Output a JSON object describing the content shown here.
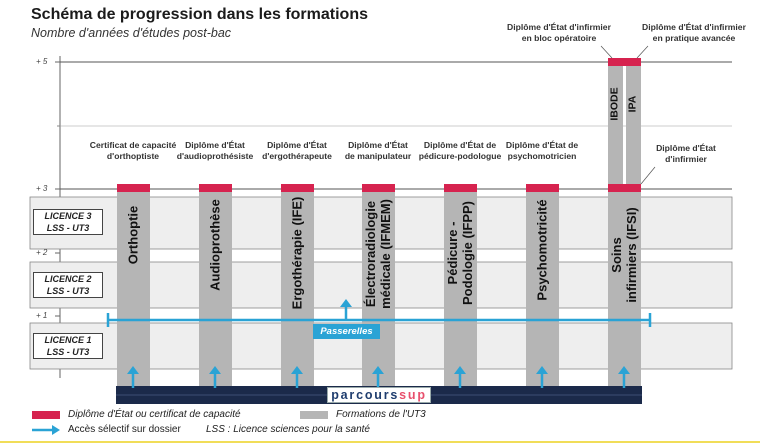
{
  "title": "Schéma de progression dans les formations",
  "subtitle": "Nombre d'années d'études post-bac",
  "axis_ticks": [
    "+ 5",
    "+ 3",
    "+ 2",
    "+ 1"
  ],
  "licences": [
    {
      "line1": "LICENCE 3",
      "line2": "LSS - UT3"
    },
    {
      "line1": "LICENCE 2",
      "line2": "LSS - UT3"
    },
    {
      "line1": "LICENCE 1",
      "line2": "LSS - UT3"
    }
  ],
  "formations": [
    {
      "label": "Orthoptie",
      "diploma": [
        "Certificat de capacité",
        "d'orthoptiste"
      ]
    },
    {
      "label": "Audioprothèse",
      "diploma": [
        "Diplôme d'État",
        "d'audioprothésiste"
      ]
    },
    {
      "label": "Ergothérapie (IFE)",
      "diploma": [
        "Diplôme d'État",
        "d'ergothérapeute"
      ]
    },
    {
      "label": "Électroradiologie médicale (IFMEM)",
      "lines": [
        "Électroradiologie",
        "médicale (IFMEM)"
      ],
      "diploma": [
        "Diplôme d'État",
        "de manipulateur"
      ]
    },
    {
      "label": "Pédicure - Podologie (IFPP)",
      "lines": [
        "Pédicure -",
        "Podologie (IFPP)"
      ],
      "diploma": [
        "Diplôme d'État de",
        "pédicure-podologue"
      ]
    },
    {
      "label": "Psychomotricité",
      "diploma": [
        "Diplôme d'État de",
        "psychomotricien"
      ]
    },
    {
      "label": "Soins infirmiers (IFSI)",
      "lines": [
        "Soins",
        "infirmiers (IFSI)"
      ],
      "diploma": [
        "Diplôme d'État",
        "d'infirmier"
      ]
    }
  ],
  "specialisations": [
    {
      "label": "IBODE",
      "diploma": [
        "Diplôme d'État d'infirmier",
        "en bloc opératoire"
      ]
    },
    {
      "label": "IPA",
      "diploma": [
        "Diplôme d'État d'infirmier",
        "en pratique avancée"
      ]
    }
  ],
  "passerelles": "Passerelles",
  "parcoursup": {
    "part1": "parcours",
    "part2": "sup"
  },
  "legend": {
    "diplome": "Diplôme d'État ou certificat de capacité",
    "formations": "Formations de l'UT3",
    "acces": "Accès sélectif sur dossier",
    "lss": "LSS : Licence sciences pour la santé"
  },
  "colors": {
    "diploma_red": "#d6234f",
    "bar_gray": "#b5b5b5",
    "arrow_blue": "#2aa3d5",
    "navy": "#1b2a4a",
    "band_fill": "#eeeeee"
  }
}
